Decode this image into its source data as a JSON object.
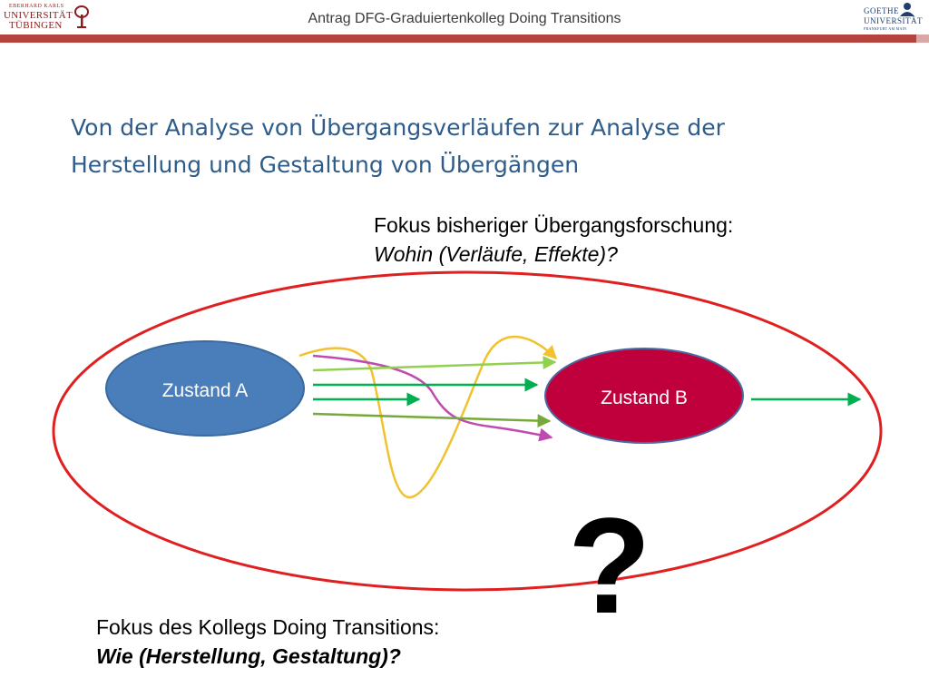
{
  "header": {
    "title": "Antrag DFG-Graduiertenkolleg Doing Transitions",
    "logo_left": {
      "line1": "EBERHARD KARLS",
      "line2": "UNIVERSITÄT",
      "line3": "TÜBINGEN"
    },
    "logo_right": {
      "line1": "GOETHE",
      "line2": "UNIVERSITÄT",
      "line3": "FRANKFURT AM MAIN"
    },
    "accent_color": "#b5443f"
  },
  "slide": {
    "title_line1": "Von der Analyse von Übergangsverläufen zur Analyse der",
    "title_line2": "Herstellung und Gestaltung von Übergängen",
    "title_color": "#2e5c8a"
  },
  "focus_top": {
    "line1": "Fokus bisheriger Übergangsforschung:",
    "line2": "Wohin (Verläufe, Effekte)?"
  },
  "focus_bottom": {
    "line1": "Fokus des Kollegs Doing Transitions:",
    "line2": "Wie (Herstellung, Gestaltung)?"
  },
  "diagram": {
    "state_a": {
      "label": "Zustand A",
      "color": "#4a7ebb"
    },
    "state_b": {
      "label": "Zustand B",
      "color": "#c0003c"
    },
    "outer_ellipse_color": "#e02020",
    "question_mark": "?",
    "arrow_colors": {
      "light_green": "#92d050",
      "green": "#00b050",
      "olive": "#77a93a",
      "yellow": "#f2c12e",
      "magenta": "#c04bb0"
    }
  }
}
